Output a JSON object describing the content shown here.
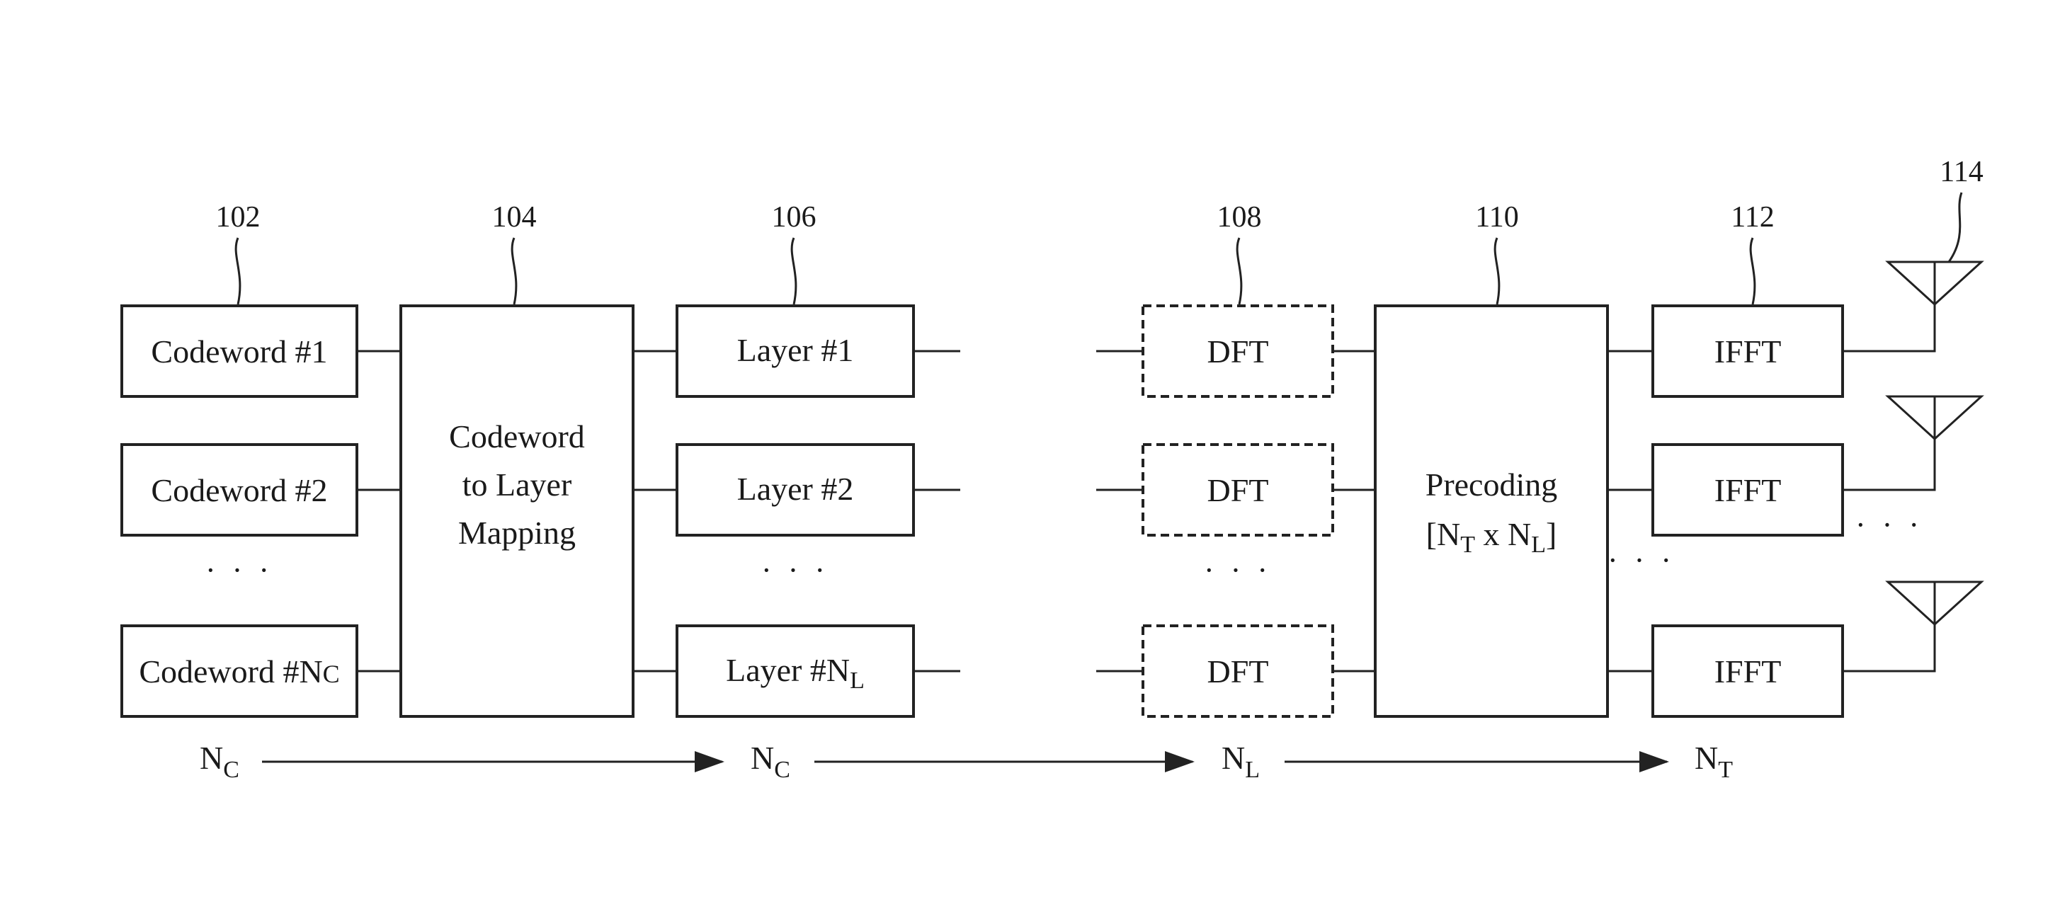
{
  "refs": {
    "r102": "102",
    "r104": "104",
    "r106": "106",
    "r108": "108",
    "r110": "110",
    "r112": "112",
    "r114": "114"
  },
  "codewords": {
    "cw1": "Codeword #1",
    "cw2": "Codeword #2",
    "cwN_prefix": "Codeword #N",
    "cwN_sub": "C"
  },
  "mapping": {
    "line1": "Codeword",
    "line2": "to Layer",
    "line3": "Mapping"
  },
  "layers": {
    "l1": "Layer #1",
    "l2": "Layer #2",
    "lN_prefix": "Layer #N",
    "lN_sub": "L"
  },
  "dft": {
    "d1": "DFT",
    "d2": "DFT",
    "d3": "DFT"
  },
  "precoding": {
    "line1": "Precoding",
    "open": "[N",
    "sub_t": "T",
    "mid": " x  N",
    "sub_l": "L",
    "close": "]"
  },
  "ifft": {
    "i1": "IFFT",
    "i2": "IFFT",
    "i3": "IFFT"
  },
  "ellipsis": "· · ·",
  "bottom_axis": {
    "n1": "N",
    "n1_sub": "C",
    "n2": "N",
    "n2_sub": "C",
    "n3": "N",
    "n3_sub": "L",
    "n4": "N",
    "n4_sub": "T"
  }
}
